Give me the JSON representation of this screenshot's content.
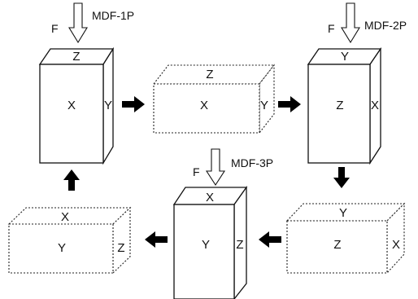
{
  "force_symbol": "F",
  "steps": {
    "mdf1": "MDF-1P",
    "mdf2": "MDF-2P",
    "mdf3": "MDF-3P"
  },
  "blocks": {
    "b1": {
      "top": "Z",
      "front": "X",
      "side": "Y"
    },
    "b2": {
      "top": "Z",
      "front": "X",
      "side": "Y"
    },
    "b3": {
      "top": "Y",
      "front": "Z",
      "side": "X"
    },
    "b4": {
      "top": "Y",
      "front": "Z",
      "side": "X"
    },
    "b5": {
      "top": "X",
      "front": "Y",
      "side": "Z"
    },
    "b6": {
      "top": "X",
      "front": "Y",
      "side": "Z"
    }
  }
}
